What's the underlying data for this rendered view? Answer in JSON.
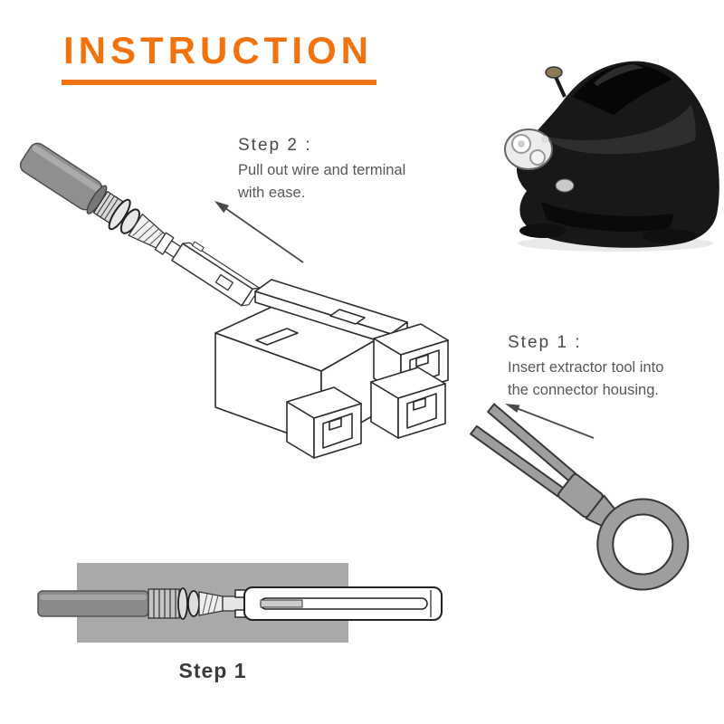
{
  "title": "INSTRUCTION",
  "steps": {
    "step2": {
      "label": "Step 2 :",
      "line1": "Pull out wire and terminal",
      "line2": "with ease."
    },
    "step1": {
      "label": "Step 1 :",
      "line1": "Insert extractor tool into",
      "line2": "the connector housing."
    },
    "bottom_caption": "Step 1"
  },
  "colors": {
    "accent_orange": "#f2730e",
    "text_gray": "#585858",
    "tool_gray": "#9e9e9e",
    "panel_gray": "#a9a9a9",
    "outline_black": "#2b2b2b"
  },
  "illustrations": {
    "car": "black-sports-car-photo",
    "wire_terminal": "wire-with-crimped-terminal",
    "connector": "multi-socket-connector-housing",
    "tool": "terminal-extractor-tool",
    "cross_section": "tool-inserted-cross-section"
  }
}
